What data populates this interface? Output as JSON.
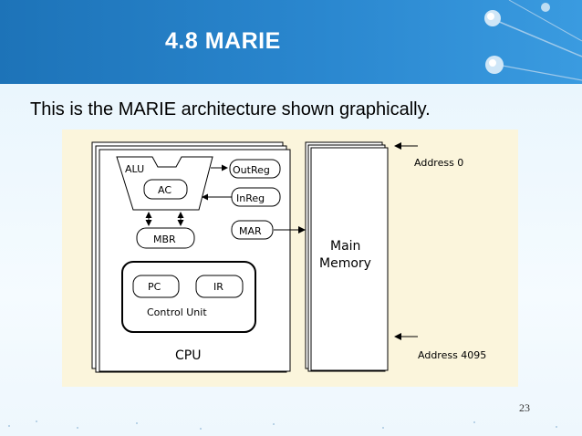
{
  "slide": {
    "title": "4.8 MARIE",
    "subtitle": "This is the MARIE architecture shown graphically.",
    "page_number": "23"
  },
  "diagram": {
    "cpu_label": "CPU",
    "alu_label": "ALU",
    "ac_label": "AC",
    "mbr_label": "MBR",
    "outreg_label": "OutReg",
    "inreg_label": "InReg",
    "mar_label": "MAR",
    "pc_label": "PC",
    "ir_label": "IR",
    "control_unit_label": "Control Unit",
    "memory_label_line1": "Main",
    "memory_label_line2": "Memory",
    "address_top": "Address 0",
    "address_bottom": "Address 4095"
  },
  "colors": {
    "header_blue": "#1d73b8",
    "content_bg": "#eaf6fd",
    "diagram_bg": "#fbf5dc"
  }
}
